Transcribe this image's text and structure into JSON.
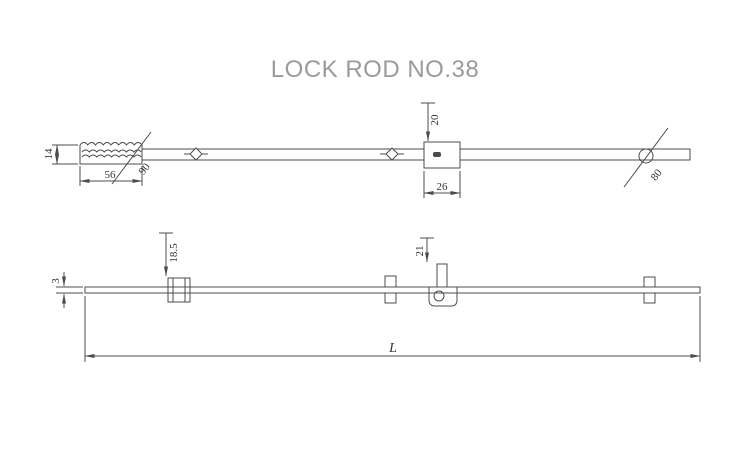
{
  "title": "LOCK ROD NO.38",
  "colors": {
    "line": "#4c4c4c",
    "title": "#9b9b9b",
    "text": "#333333"
  },
  "top_view": {
    "dims": {
      "head_height": "14",
      "head_length": "56",
      "left_end_angle": "90",
      "block_height": "20",
      "block_width": "26",
      "right_end_angle": "80"
    }
  },
  "bottom_view": {
    "dims": {
      "bar_thickness": "3",
      "clip_size": "18.5",
      "tab_height": "21",
      "total_length": "L"
    }
  }
}
